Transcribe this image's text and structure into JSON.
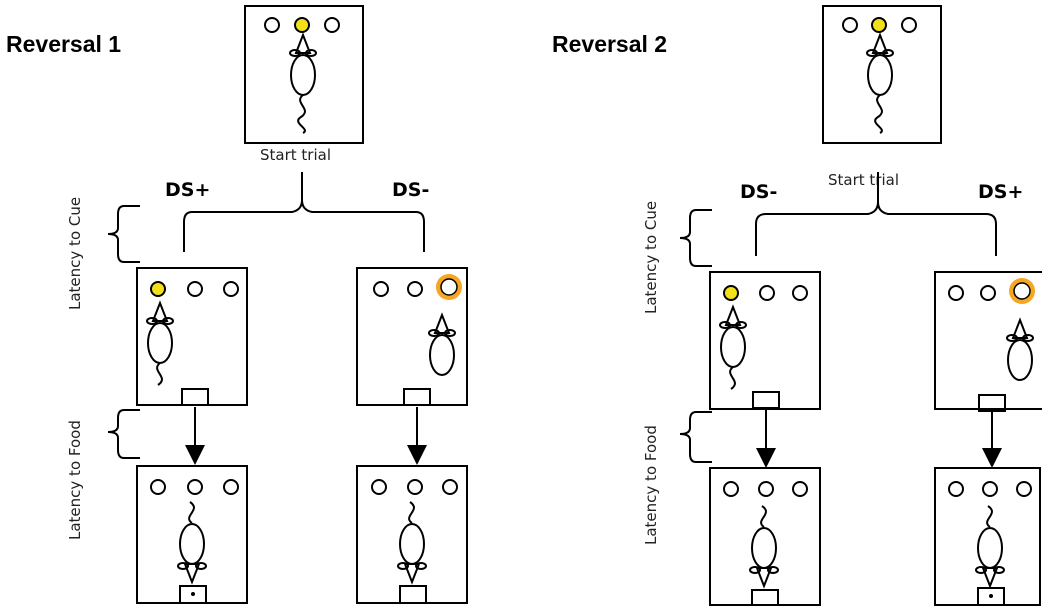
{
  "panels": [
    {
      "title": "Reversal 1",
      "start_label": "Start trial",
      "left_branch": "DS+",
      "right_branch": "DS-",
      "axis_cue": "Latency to Cue",
      "axis_food": "Latency to Food"
    },
    {
      "title": "Reversal 2",
      "start_label": "Start trial",
      "left_branch": "DS-",
      "right_branch": "DS+",
      "axis_cue": "Latency to Cue",
      "axis_food": "Latency to Food"
    }
  ],
  "colors": {
    "lit_cue": "#f2e01a",
    "flashing_cue": "#f5a623",
    "outline": "#000000"
  },
  "icons": [
    "mouse-icon",
    "cue-light-icon",
    "sunburst-cue-icon",
    "food-magazine-icon",
    "down-arrow-icon"
  ]
}
